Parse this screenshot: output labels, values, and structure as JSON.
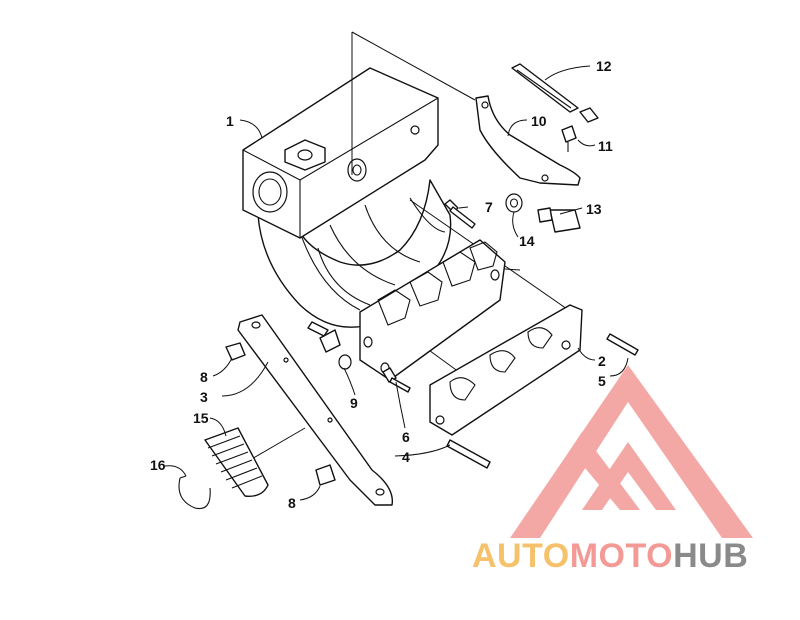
{
  "callouts": {
    "c1": "1",
    "c2": "2",
    "c3": "3",
    "c4": "4",
    "c5": "5",
    "c6": "6",
    "c7": "7",
    "c8a": "8",
    "c8b": "8",
    "c9": "9",
    "c10": "10",
    "c11": "11",
    "c12": "12",
    "c13": "13",
    "c14": "14",
    "c15": "15",
    "c16": "16"
  },
  "watermark": {
    "part1": "AUTO",
    "part2": "MOTO",
    "part3": "HUB",
    "colors": {
      "part1": "#f5c16a",
      "part2": "#f39a96",
      "part3": "#8a8a8a",
      "logo": "#f39a96"
    }
  }
}
